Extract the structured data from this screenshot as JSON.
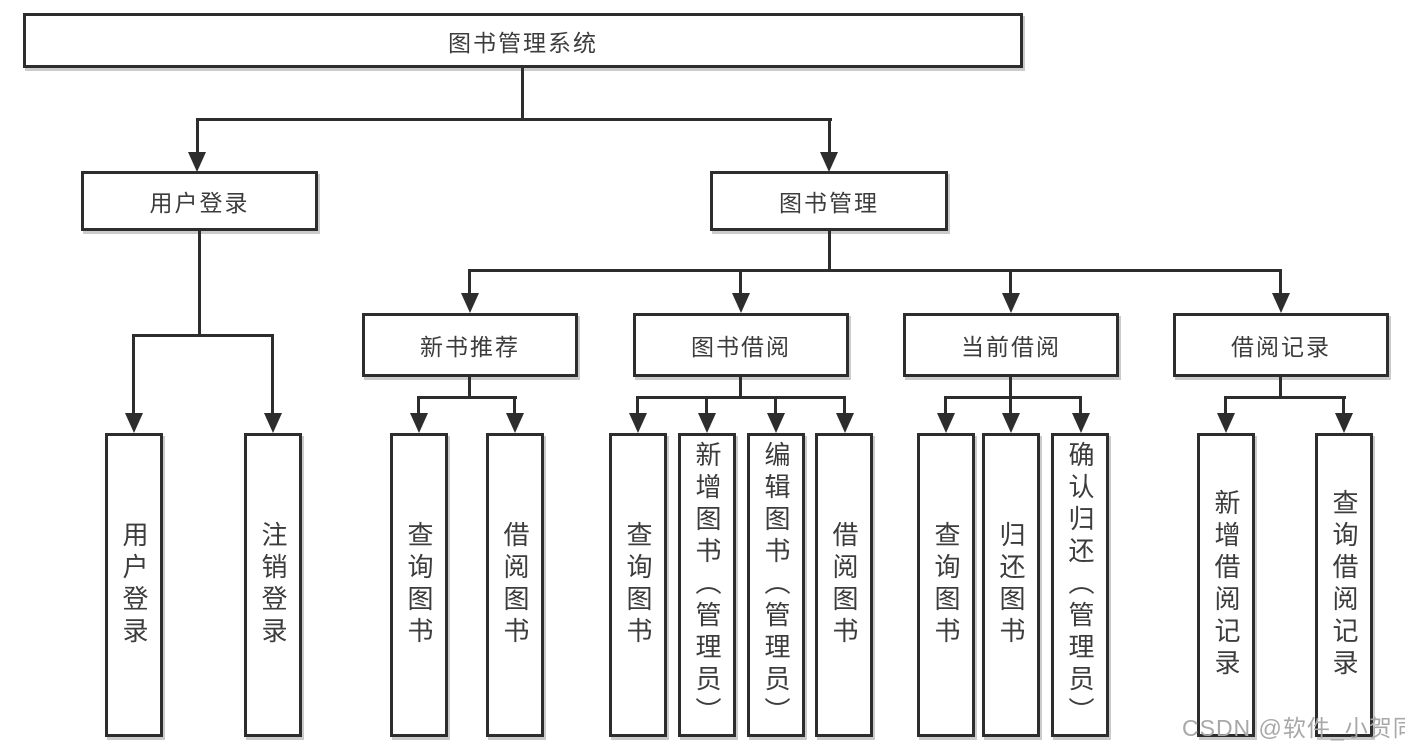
{
  "colors": {
    "line": "#2d2d2d",
    "box_border": "#2d2d2d",
    "text": "#3c3c3c",
    "watermark_text": "#a8a8a8",
    "background": "#ffffff"
  },
  "tree": {
    "root": "图书管理系统",
    "branches": [
      {
        "label": "用户登录",
        "children": [
          "用户登录",
          "注销登录"
        ]
      },
      {
        "label": "图书管理",
        "groups": [
          {
            "label": "新书推荐",
            "children": [
              "查询图书",
              "借阅图书"
            ]
          },
          {
            "label": "图书借阅",
            "children": [
              "查询图书",
              "新增图书（管理员）",
              "编辑图书（管理员）",
              "借阅图书"
            ]
          },
          {
            "label": "当前借阅",
            "children": [
              "查询图书",
              "归还图书",
              "确认归还（管理员）"
            ]
          },
          {
            "label": "借阅记录",
            "children": [
              "新增借阅记录",
              "查询借阅记录"
            ]
          }
        ]
      }
    ]
  },
  "watermark": {
    "text": "CSDN @软件_小贺同学"
  }
}
